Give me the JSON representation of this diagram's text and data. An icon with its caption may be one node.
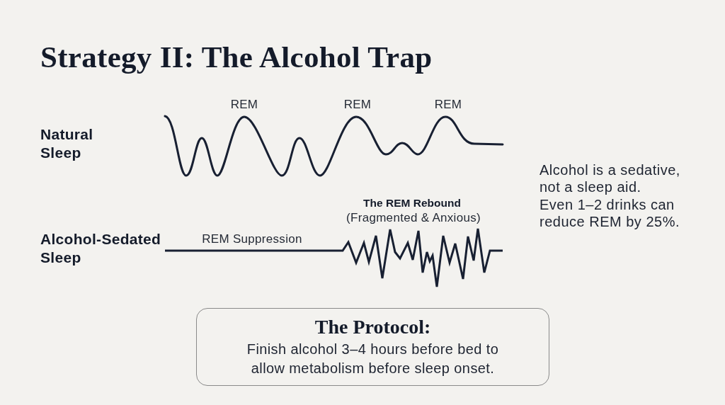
{
  "diagram": {
    "title": "Strategy II: The Alcohol Trap",
    "nodes": [
      {
        "text": [
          "The Protocol:",
          "Finish alcohol 3–4 hours before bed to allow metabolism before sleep onset."
        ]
      }
    ],
    "labels": [
      "REM",
      "REM",
      "REM",
      "Natural Sleep",
      "Alcohol is a sedative, not a sleep aid.",
      "Even 1–2 drinks can reduce REM by 25%.",
      "The REM Rebound",
      "(Fragmented & Anxious)",
      "REM Suppression",
      "Alcohol-Sedated Sleep"
    ]
  }
}
